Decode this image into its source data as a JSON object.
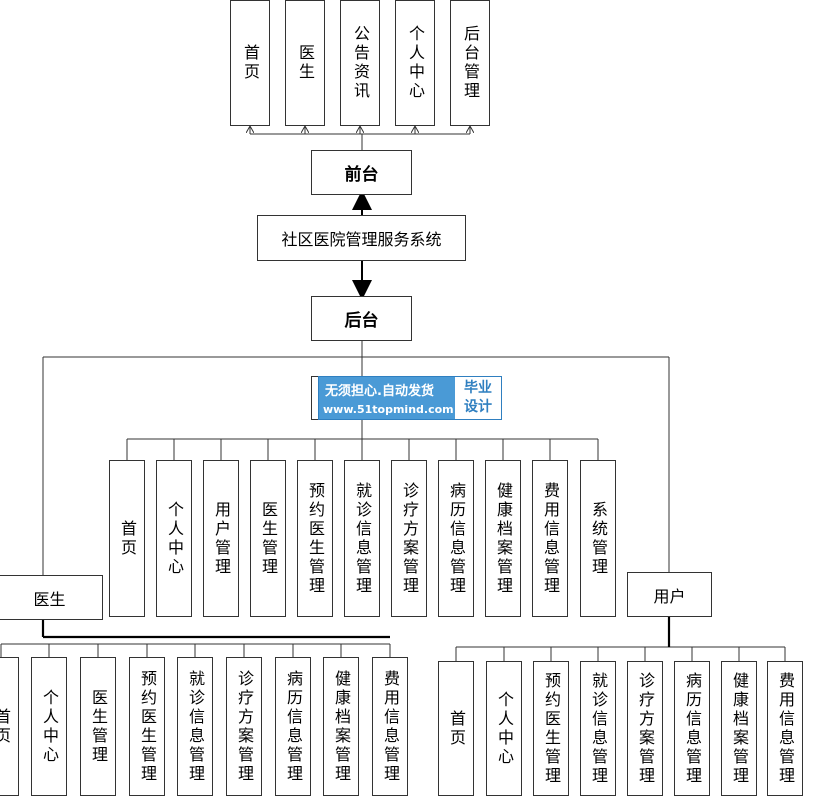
{
  "system_title": "社区医院管理服务系统",
  "frontend": {
    "label": "前台",
    "modules": [
      "首页",
      "医生",
      "公告资讯",
      "个人中心",
      "后台管理"
    ]
  },
  "backend": {
    "label": "后台",
    "admin": {
      "label": "",
      "modules": [
        "首页",
        "个人中心",
        "用户管理",
        "医生管理",
        "预约医生管理",
        "就诊信息管理",
        "诊疗方案管理",
        "病历信息管理",
        "健康档案管理",
        "费用信息管理",
        "系统管理"
      ]
    },
    "doctor": {
      "label": "医生",
      "modules": [
        "首页",
        "个人中心",
        "医生管理",
        "预约医生管理",
        "就诊信息管理",
        "诊疗方案管理",
        "病历信息管理",
        "健康档案管理",
        "费用信息管理"
      ]
    },
    "user": {
      "label": "用户",
      "modules": [
        "首页",
        "个人中心",
        "预约医生管理",
        "就诊信息管理",
        "诊疗方案管理",
        "病历信息管理",
        "健康档案管理",
        "费用信息管理"
      ]
    }
  },
  "watermark": {
    "line1": "无须担心.自动发货",
    "line2": "www.51topmind.com",
    "side_top": "毕业",
    "side_bottom": "设计"
  }
}
